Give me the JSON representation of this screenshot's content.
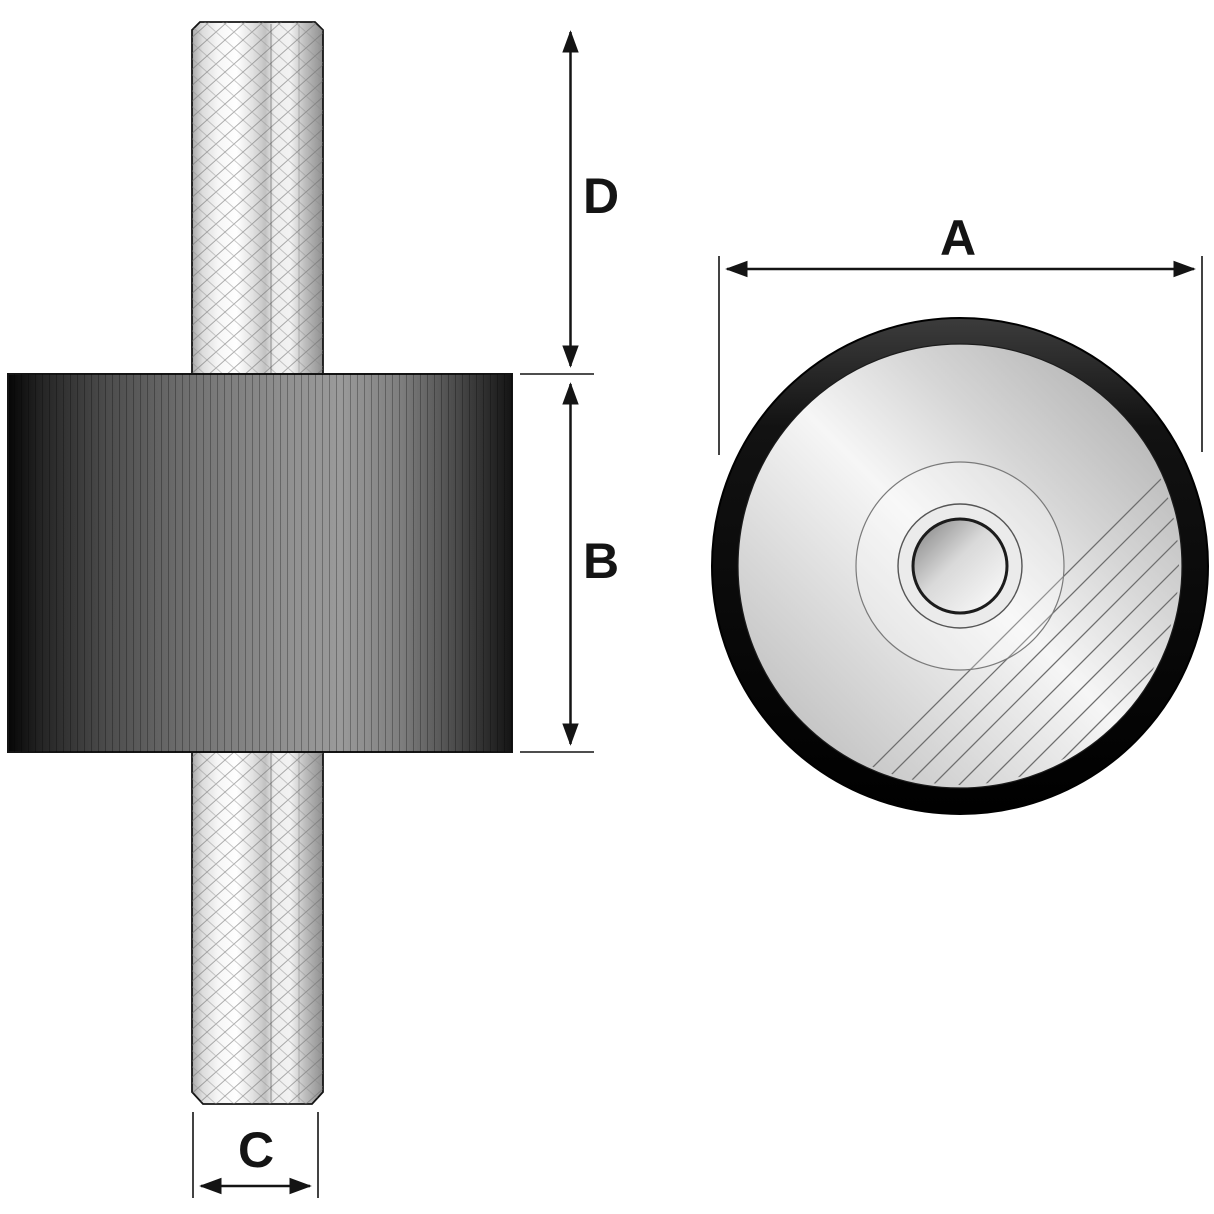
{
  "page": {
    "background": "#ffffff"
  },
  "diagram": {
    "type": "technical-drawing",
    "side_view": "cylindrical rubber mount with threaded studs top and bottom",
    "end_view": "circular mount face with center bore",
    "line_color": "#141414",
    "rubber_body_color": "#4d4d4d",
    "metal_color": "#e6e6e6",
    "outer_ring_color": "#0c0c0c"
  },
  "dimension_labels": {
    "a": "A",
    "b": "B",
    "c": "C",
    "d": "D"
  }
}
